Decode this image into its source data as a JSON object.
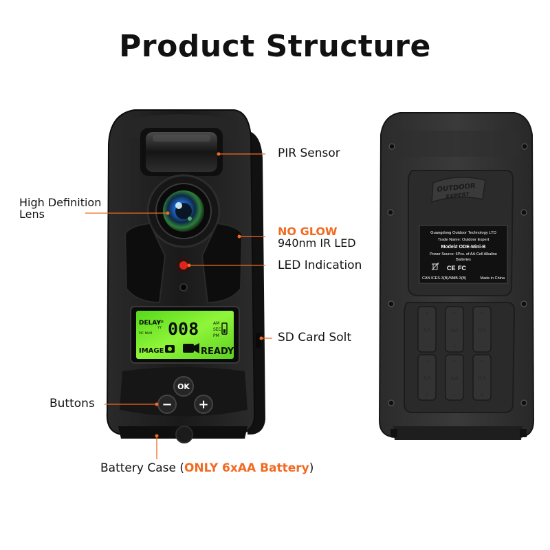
{
  "title": "Product Structure",
  "callouts": {
    "pir_sensor": "PIR Sensor",
    "lens_line1": "High Definition",
    "lens_line2": "Lens",
    "no_glow": "NO GLOW",
    "ir_led": "940nm IR LED",
    "led_indication": "LED Indication",
    "sd_card_slot": "SD Card Solt",
    "buttons": "Buttons",
    "battery_prefix": "Battery Case (",
    "battery_accent": "ONLY 6xAA Battery",
    "battery_suffix": ")"
  },
  "lcd": {
    "delay": "DELAY",
    "mm": "MM",
    "yy": "YY",
    "pic_num": "PIC NUM",
    "digits": "008",
    "am": "AM",
    "sec": "SEC",
    "pm": "PM",
    "image": "IMAGE :",
    "ready": "READY"
  },
  "buttons": {
    "ok": "OK",
    "minus": "−",
    "plus": "+"
  },
  "back_label": {
    "company": "Guangdong Outdoor Technology LTD",
    "trade_name": "Trade Name: Outdoor Expert",
    "model": "Model# ODE-Mini-B",
    "power_line1": "Power Source:  6Pcs. of AA-Cell Alkaline",
    "power_line2": "Batteries",
    "ce_mark": "CE",
    "fc_mark": "FC",
    "can_ices": "CAN ICES-3(B)/NMB-3(B)",
    "made_in": "Made in China"
  },
  "back_logo": {
    "line1": "OUTDOOR",
    "line2": "EXPERT"
  },
  "battery_labels": {
    "aa": "AA",
    "plus": "+",
    "minus": "−"
  },
  "colors": {
    "accent": "#f26a21",
    "lcd_green": "#7ef01e",
    "camera_body": "#1c1c1c",
    "indicator_red": "#e3231b"
  }
}
